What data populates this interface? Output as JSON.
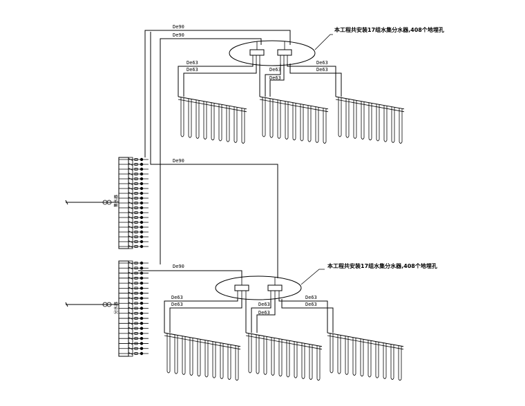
{
  "pipe_labels": {
    "de90": "De90",
    "de63": "De63"
  },
  "notes": {
    "upper": "本工程共安装17组水集分水器,408个地埋孔",
    "lower": "本工程共安装17组水集分水器,408个地埋孔"
  },
  "manifold_labels": {
    "upper": "集水器",
    "lower": "分水器"
  }
}
